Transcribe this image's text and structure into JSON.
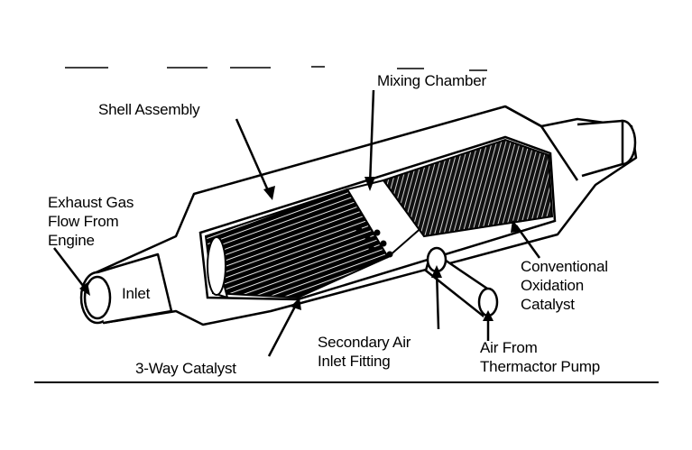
{
  "labels": {
    "mixing_chamber": "Mixing Chamber",
    "shell_assembly": "Shell Assembly",
    "exhaust_gas": "Exhaust Gas\nFlow From\nEngine",
    "inlet": "Inlet",
    "conventional_catalyst": "Conventional\nOxidation\nCatalyst",
    "secondary_air": "Secondary Air\nInlet Fitting",
    "air_from_pump": "Air From\nThermactor Pump",
    "three_way_catalyst": "3-Way Catalyst"
  },
  "colors": {
    "ink": "#000000",
    "paper": "#ffffff"
  }
}
